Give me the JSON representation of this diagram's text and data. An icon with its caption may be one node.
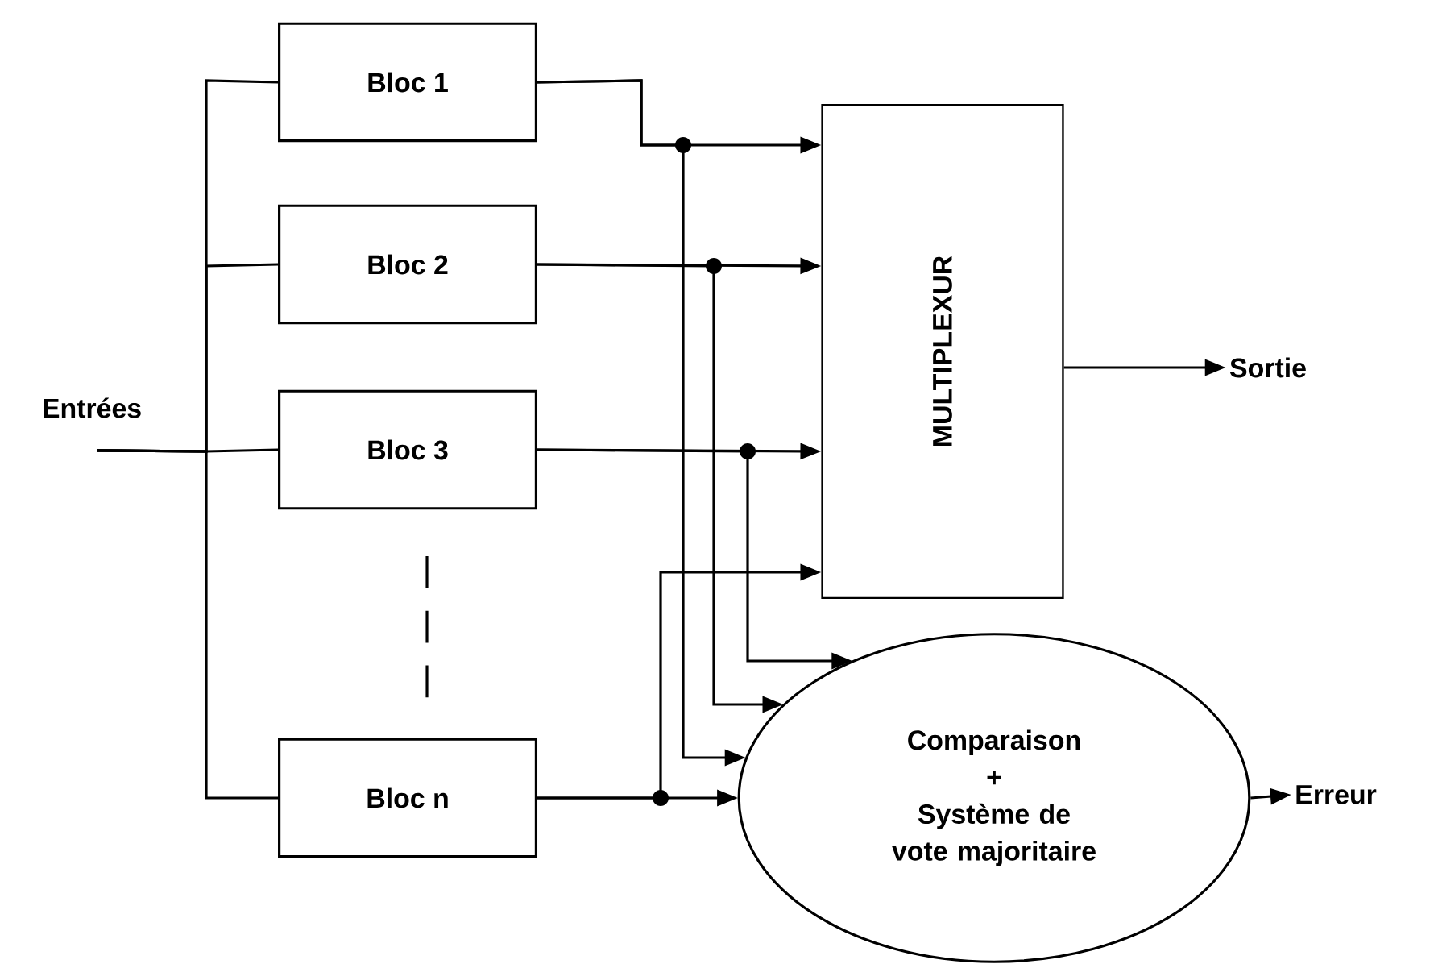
{
  "diagram": {
    "nodes": [
      {
        "text": [
          "Entrées"
        ]
      },
      {
        "text": [
          "Bloc 1"
        ]
      },
      {
        "text": [
          "Bloc 2"
        ]
      },
      {
        "text": [
          "Bloc 3"
        ]
      },
      {
        "text": [
          "Bloc n"
        ]
      },
      {
        "text": [
          "MULTIPLEXUR"
        ]
      },
      {
        "text": [
          "Comparaison",
          "+",
          "Système de vote majoritaire"
        ]
      },
      {
        "text": [
          "Sortie"
        ]
      },
      {
        "text": [
          "Erreur"
        ]
      }
    ],
    "edges": [
      {
        "from": 0,
        "to": 1,
        "arrow": "none"
      },
      {
        "from": 0,
        "to": 2,
        "arrow": "none"
      },
      {
        "from": 0,
        "to": 3,
        "arrow": "none"
      },
      {
        "from": 0,
        "to": 4,
        "arrow": "none"
      },
      {
        "from": 1,
        "to": 5,
        "arrow": "to"
      },
      {
        "from": 2,
        "to": 5,
        "arrow": "to"
      },
      {
        "from": 3,
        "to": 5,
        "arrow": "to"
      },
      {
        "from": 4,
        "to": 5,
        "arrow": "to"
      },
      {
        "from": 1,
        "to": 6,
        "arrow": "to"
      },
      {
        "from": 2,
        "to": 6,
        "arrow": "to"
      },
      {
        "from": 3,
        "to": 6,
        "arrow": "to"
      },
      {
        "from": 4,
        "to": 6,
        "arrow": "to"
      },
      {
        "from": 5,
        "to": 7,
        "arrow": "to"
      },
      {
        "from": 6,
        "to": 8,
        "arrow": "to"
      }
    ]
  }
}
